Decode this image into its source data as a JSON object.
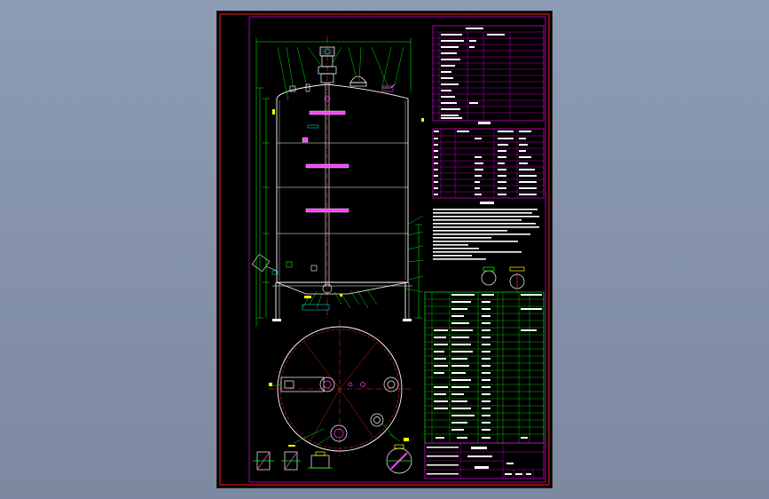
{
  "colors": {
    "viewport_bg": "#8896ad",
    "sheet_bg": "#000000",
    "frame": "#ff2020",
    "title_block": "#d000d0",
    "table_grid": "#00d000",
    "geometry": "#ffffff",
    "centerline": "#ff3030",
    "dimension": "#00ff00",
    "annotation": "#ffff00",
    "accent_cyan": "#00d0d0",
    "accent_magenta": "#ff40ff"
  },
  "drawing": {
    "name": "tank-assembly-drawing",
    "views": [
      "front-elevation",
      "plan-view",
      "detail-views"
    ],
    "tables": [
      "technical-characteristics",
      "nozzle-table",
      "technical-requirements",
      "parts-list",
      "title-block"
    ]
  }
}
